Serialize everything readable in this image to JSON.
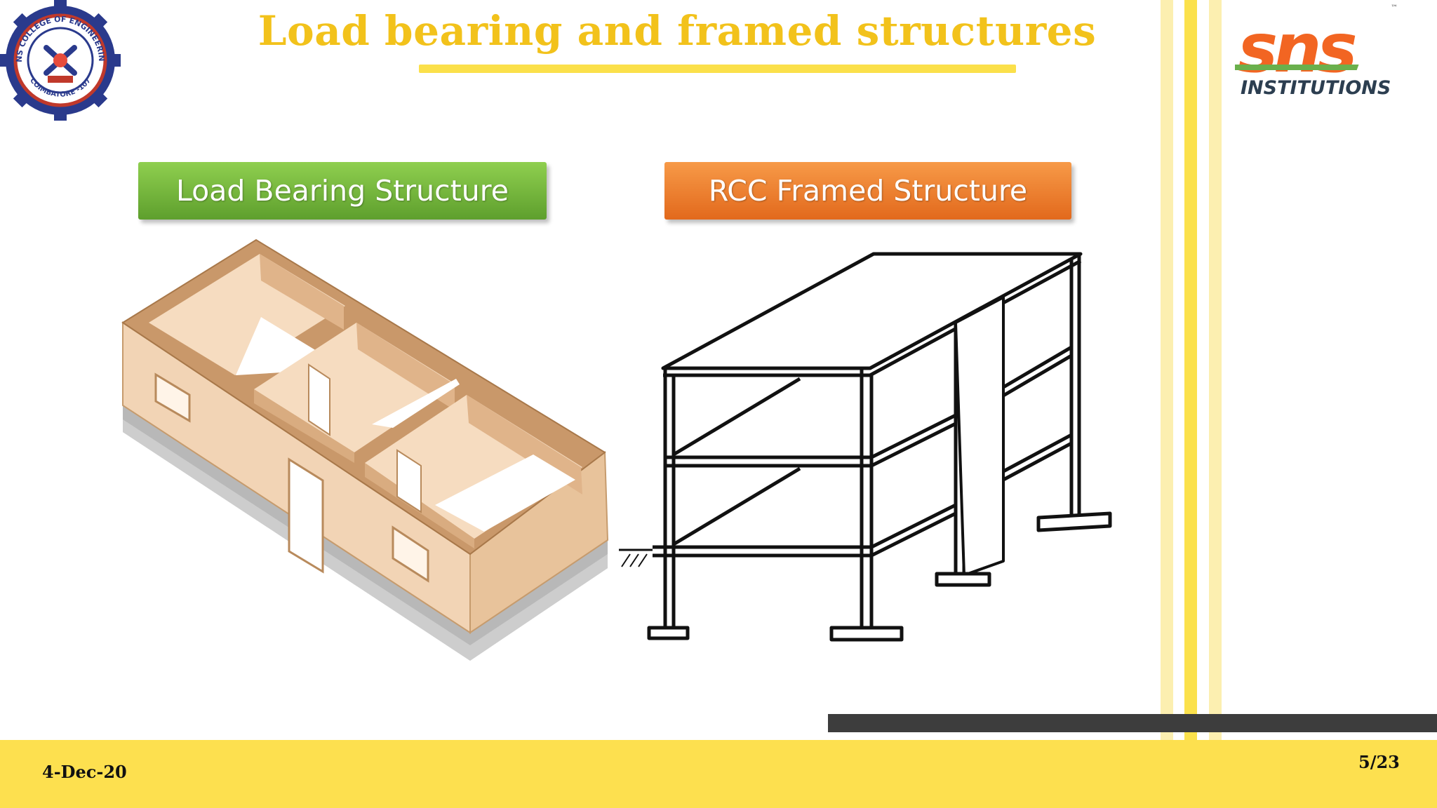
{
  "slide": {
    "title": "Load bearing and framed structures",
    "date": "4-Dec-20",
    "page": "5/23"
  },
  "diagram": {
    "left_label": "Load Bearing Structure",
    "right_label": "RCC Framed Structure"
  },
  "logos": {
    "college_ring_text": "SNS COLLEGE OF ENGINEERING",
    "college_city_text": "COIMBATORE -107",
    "brand_main": "sns",
    "brand_sub": "INSTITUTIONS",
    "brand_tm": "™"
  },
  "colors": {
    "title": "#f2c21b",
    "accent_yellow": "#fde04f",
    "dark_bar": "#3d3d3d",
    "green_label": "#6fb03a",
    "orange_label": "#ee7a2a",
    "brand_orange": "#f26522",
    "brand_green": "#6ab04c"
  }
}
